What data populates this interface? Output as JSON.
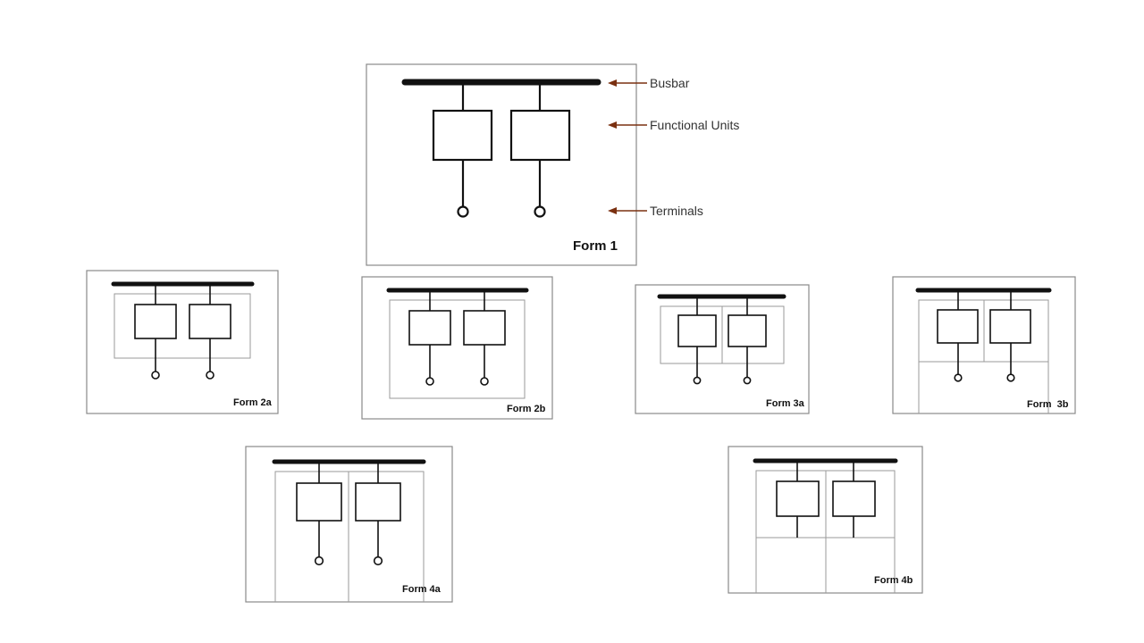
{
  "callouts": {
    "busbar": "Busbar",
    "functional_units": "Functional Units",
    "terminals": "Terminals"
  },
  "forms": {
    "form1": "Form 1",
    "form2a": "Form 2a",
    "form2b": "Form 2b",
    "form3a": "Form 3a",
    "form3b": "Form  3b",
    "form4a": "Form 4a",
    "form4b": "Form 4b"
  },
  "colors": {
    "arrow": "#7a3010",
    "line": "#111111",
    "frame": "#8a8a8a"
  }
}
